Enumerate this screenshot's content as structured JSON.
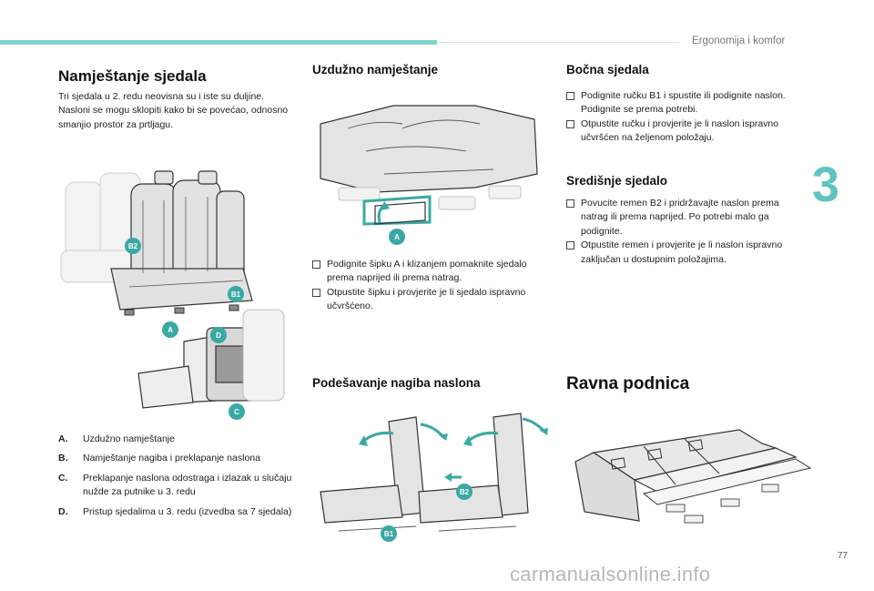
{
  "header": {
    "section": "Ergonomija i komfor",
    "chapter": "3"
  },
  "footer": {
    "page": "77",
    "watermark": "carmanualsonline.info"
  },
  "col1": {
    "title": "Namještanje sjedala",
    "intro": "Tri sjedala u 2. redu neovisna su i iste su duljine. Nasloni se mogu sklopiti kako bi se povećao, odnosno smanjio prostor za prtljagu.",
    "legend": [
      {
        "key": "A.",
        "text": "Uzdužno namještanje"
      },
      {
        "key": "B.",
        "text": "Namještanje nagiba i preklapanje naslona"
      },
      {
        "key": "C.",
        "text": "Preklapanje naslona odostraga i izlazak u slučaju nužde za putnike u 3. redu"
      },
      {
        "key": "D.",
        "text": "Pristup sjedalima u 3. redu (izvedba sa 7 sjedala)"
      }
    ]
  },
  "col2": {
    "title1": "Uzdužno namještanje",
    "bullets": [
      "Podignite šipku A i klizanjem pomaknite sjedalo prema naprijed ili prema natrag.",
      "Otpustite šipku i provjerite je li sjedalo ispravno učvršćeno."
    ],
    "title2": "Podešavanje nagiba naslona"
  },
  "col3": {
    "title1": "Bočna sjedala",
    "bullets1": [
      "Podignite ručku B1 i spustite ili podignite naslon. Podignite se prema potrebi.",
      "Otpustite ručku i provjerite je li naslon ispravno učvršćen na željenom položaju."
    ],
    "title2": "Središnje sjedalo",
    "bullets2": [
      "Povucite remen B2 i pridržavajte naslon prema natrag ili prema naprijed. Po potrebi malo ga podignite.",
      "Otpustite remen i provjerite je li naslon ispravno zaključan u dostupnim položajima."
    ],
    "title3": "Ravna podnica"
  },
  "labels": {
    "a": "A",
    "b1": "B1",
    "b2": "B2",
    "c": "C",
    "d": "D"
  },
  "colors": {
    "accent": "#5fc4bf",
    "badge": "#3aa9a5"
  }
}
